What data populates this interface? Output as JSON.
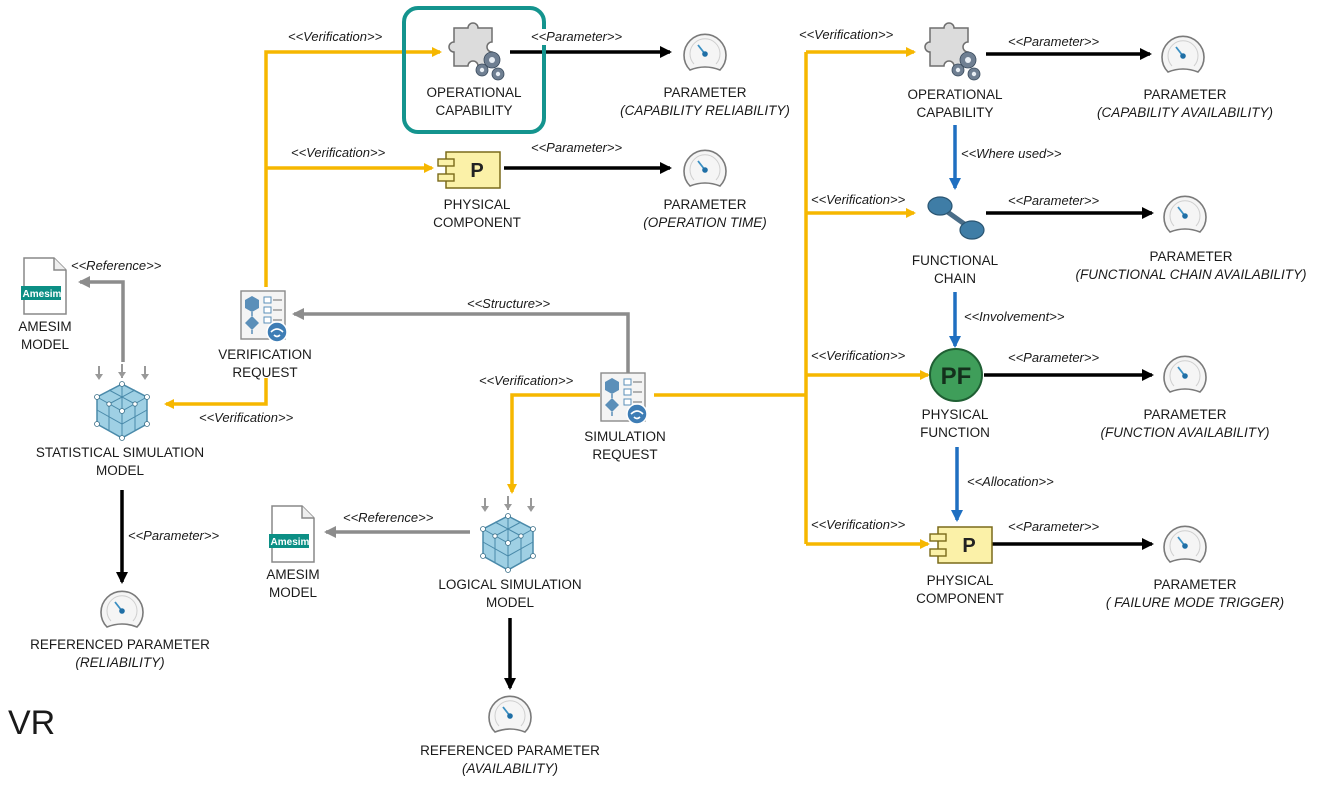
{
  "colors": {
    "verification": "#f6b700",
    "structure": "#8c8c8c",
    "parameter": "#000000",
    "trace": "#1f6fc1",
    "highlight": "#14948e"
  },
  "labels": {
    "op_cap_1": [
      "OPERATIONAL",
      "CAPABILITY"
    ],
    "param_cap_rel": [
      "PARAMETER",
      "(CAPABILITY RELIABILITY)"
    ],
    "phys_comp_1": [
      "PHYSICAL",
      "COMPONENT"
    ],
    "param_op_time": [
      "PARAMETER",
      "(OPERATION TIME)"
    ],
    "amesim_1": [
      "AMESIM",
      "MODEL"
    ],
    "verif_req": [
      "VERIFICATION",
      "REQUEST"
    ],
    "stat_sim": [
      "STATISTICAL SIMULATION",
      "MODEL"
    ],
    "ref_param_rel": [
      "REFERENCED PARAMETER",
      "(RELIABILITY)"
    ],
    "sim_req": [
      "SIMULATION",
      "REQUEST"
    ],
    "amesim_2": [
      "AMESIM",
      "MODEL"
    ],
    "log_sim": [
      "LOGICAL SIMULATION",
      "MODEL"
    ],
    "ref_param_avail": [
      "REFERENCED PARAMETER",
      "(AVAILABILITY)"
    ],
    "op_cap_2": [
      "OPERATIONAL",
      "CAPABILITY"
    ],
    "param_cap_avail": [
      "PARAMETER",
      "(CAPABILITY AVAILABILITY)"
    ],
    "func_chain": [
      "FUNCTIONAL",
      "CHAIN"
    ],
    "param_fc_avail": [
      "PARAMETER",
      "(FUNCTIONAL CHAIN AVAILABILITY)"
    ],
    "phys_func": [
      "PHYSICAL",
      "FUNCTION"
    ],
    "param_func_avail": [
      "PARAMETER",
      "(FUNCTION AVAILABILITY)"
    ],
    "phys_comp_2": [
      "PHYSICAL",
      "COMPONENT"
    ],
    "param_fmt": [
      "PARAMETER",
      "( FAILURE MODE TRIGGER)"
    ]
  },
  "icon_text": {
    "component": "P",
    "physical_function": "PF",
    "amesim": "Amesim"
  },
  "edges": {
    "verif": "<<Verification>>",
    "param": "<<Parameter>>",
    "ref": "<<Reference>>",
    "struct": "<<Structure>>",
    "where_used": "<<Where used>>",
    "involvement": "<<Involvement>>",
    "allocation": "<<Allocation>>"
  },
  "footer": "VR"
}
